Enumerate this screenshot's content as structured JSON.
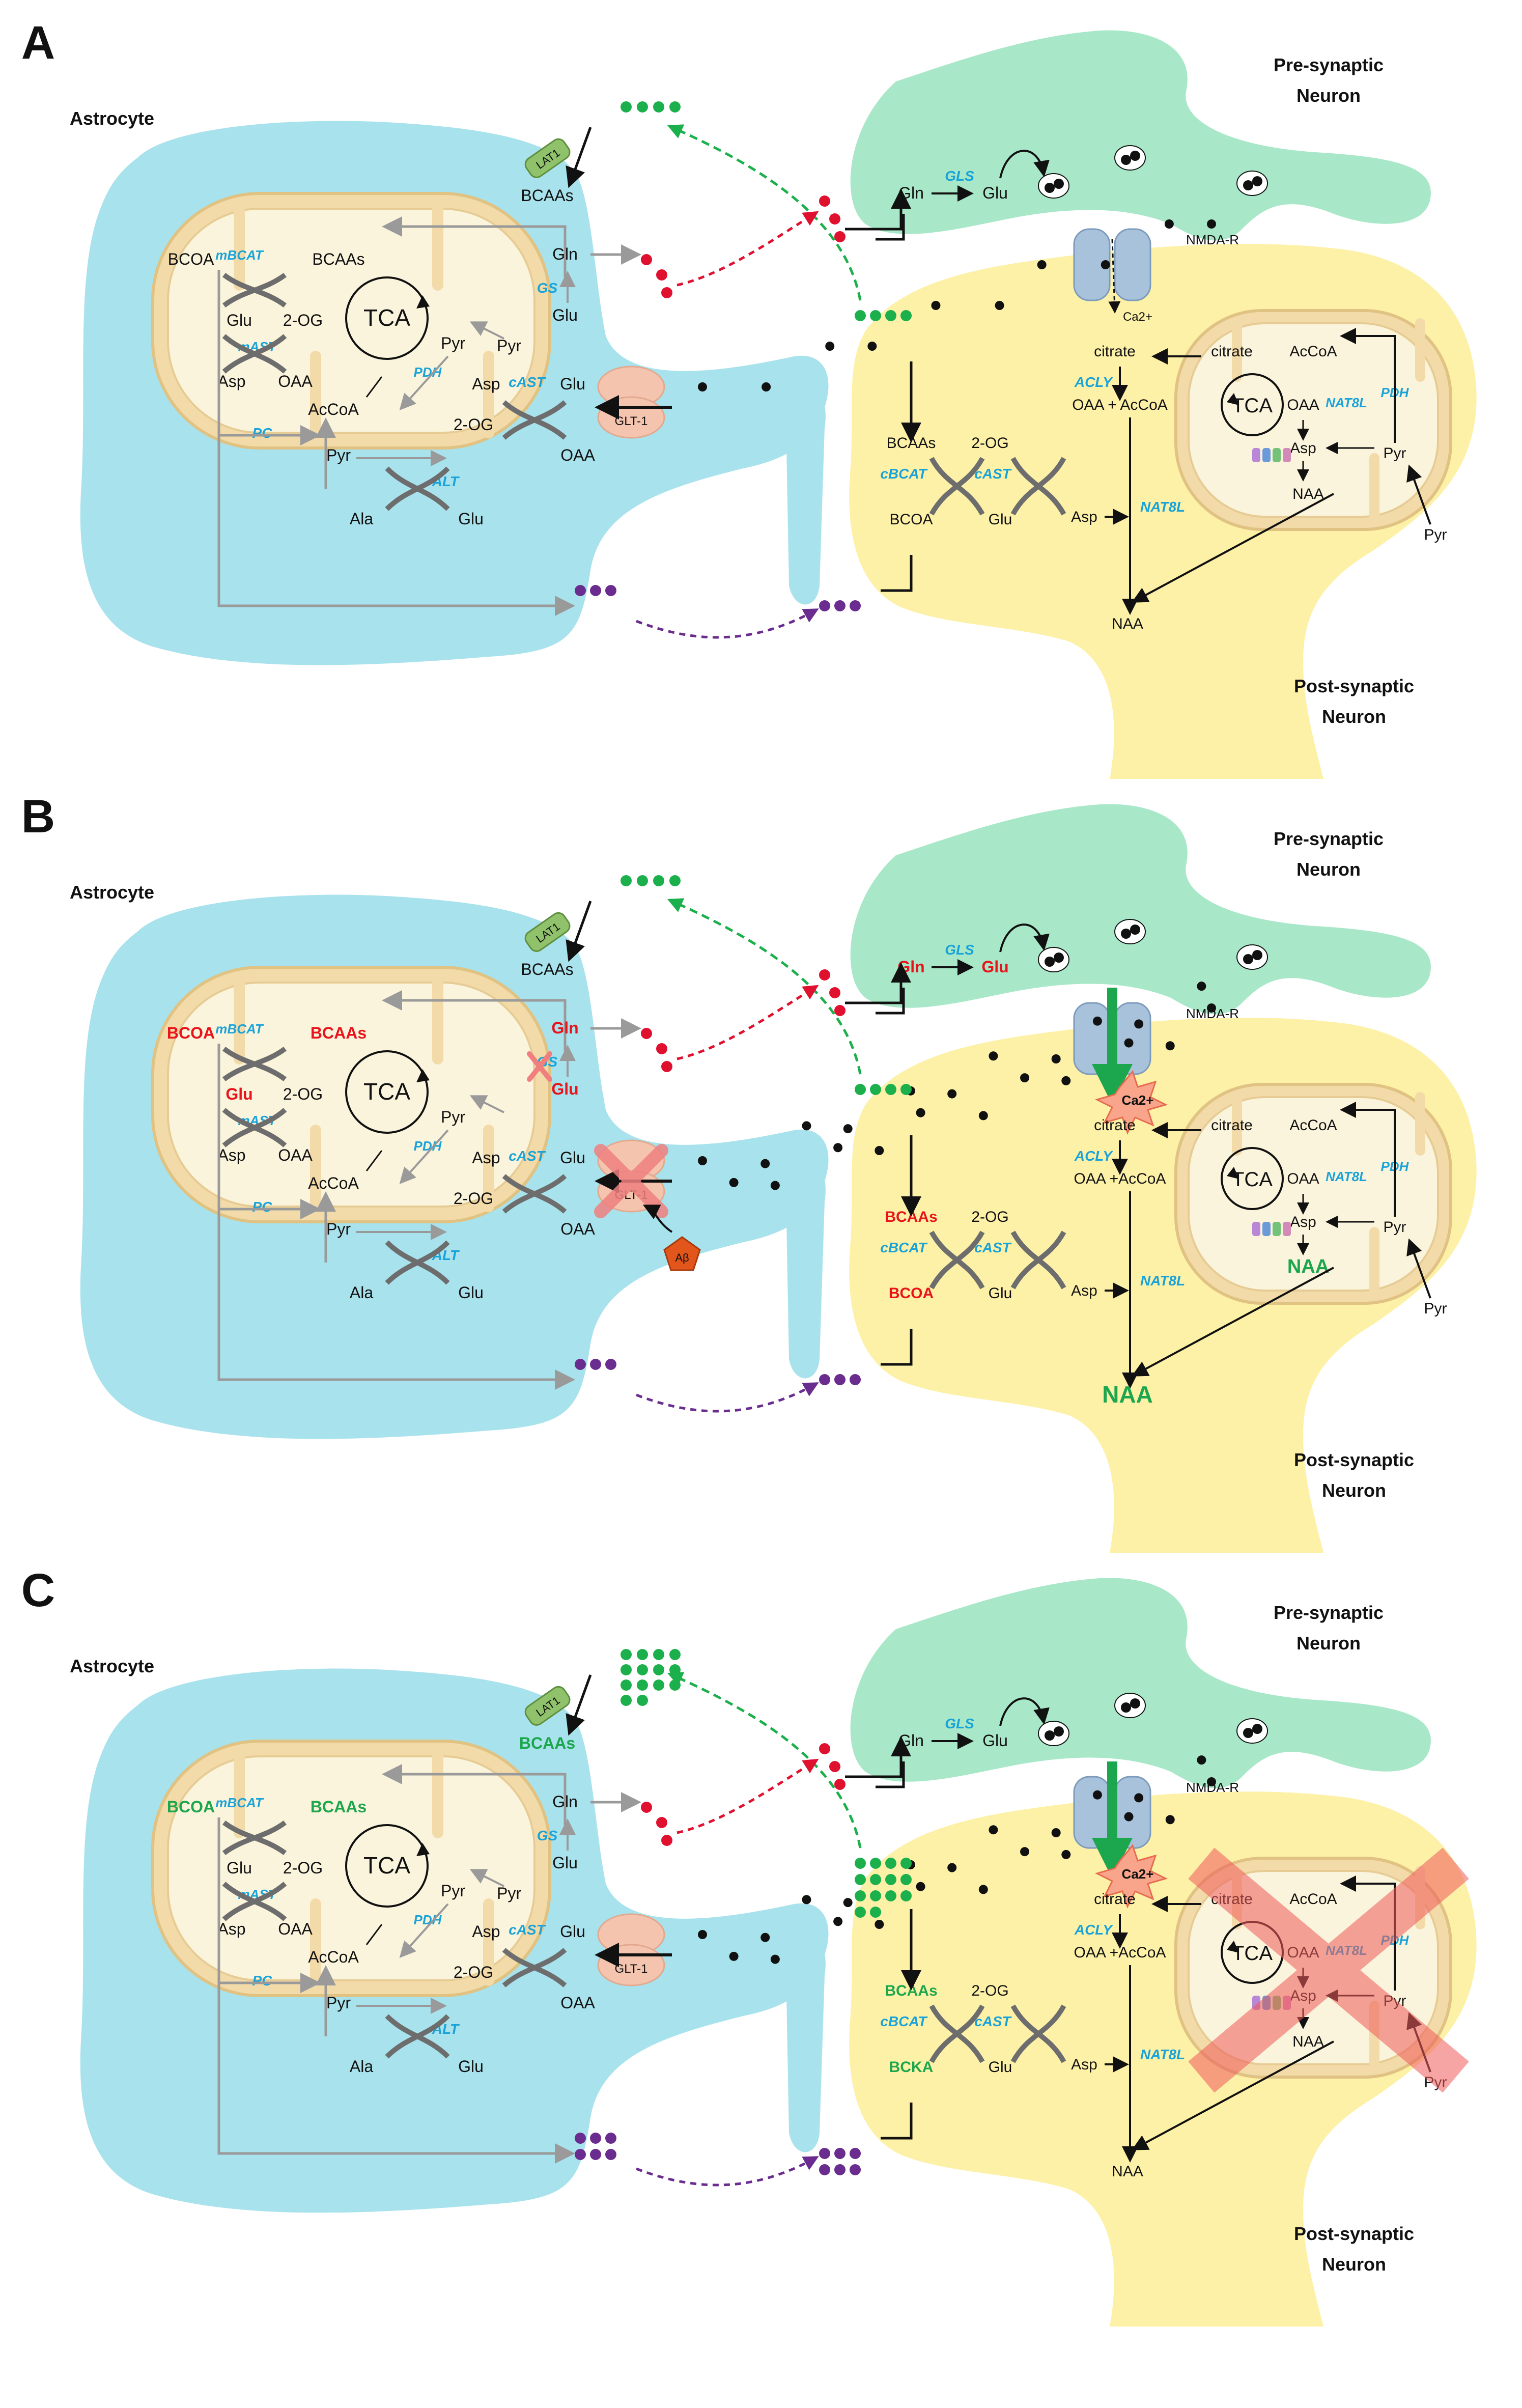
{
  "panels": [
    {
      "letter": "A",
      "cells": {
        "astrocyte": "Astrocyte",
        "pre_line1": "Pre-synaptic",
        "pre_line2": "Neuron",
        "post_line1": "Post-synaptic",
        "post_line2": "Neuron"
      },
      "transporters": {
        "lat1": "LAT1",
        "glt1": "GLT-1",
        "nmda": "NMDA-R",
        "ca": "Ca2+"
      },
      "astro": {
        "bcoa": "BCOA",
        "bcaas_mito": "BCAAs",
        "glu1": "Glu",
        "og1": "2-OG",
        "asp1": "Asp",
        "oaa1": "OAA",
        "tca": "TCA",
        "pyr_mito": "Pyr",
        "accoa": "AcCoA",
        "bcaas_out": "BCAAs",
        "gln": "Gln",
        "glu_gs": "Glu",
        "pyr_out": "Pyr",
        "asp2": "Asp",
        "glu2": "Glu",
        "og2": "2-OG",
        "oaa2": "OAA",
        "pyr3": "Pyr",
        "ala": "Ala",
        "glu3": "Glu"
      },
      "enzymes": {
        "mbcat": "mBCAT",
        "mast": "mAST",
        "pc": "PC",
        "pdh": "PDH",
        "gs": "GS",
        "cast": "cAST",
        "alt": "ALT",
        "gls": "GLS",
        "cbcat": "cBCAT",
        "cast2": "cAST",
        "acly": "ACLY",
        "nat8l": "NAT8L",
        "nat8l_m": "NAT8L",
        "pdh_m": "PDH"
      },
      "pre": {
        "gln": "Gln",
        "glu": "Glu"
      },
      "post": {
        "citrate_cyto": "citrate",
        "citrate_mito": "citrate",
        "accoa_m": "AcCoA",
        "tca": "TCA",
        "oaa_m": "OAA",
        "asp_m": "Asp",
        "pyr_m": "Pyr",
        "naa_m": "NAA",
        "pyr_out": "Pyr",
        "oaa_accoa": "OAA + AcCoA",
        "bcaas": "BCAAs",
        "og": "2-OG",
        "bcoa": "BCOA",
        "glu": "Glu",
        "asp": "Asp",
        "naa": "NAA"
      }
    },
    {
      "letter": "B",
      "cells": {
        "astrocyte": "Astrocyte",
        "pre_line1": "Pre-synaptic",
        "pre_line2": "Neuron",
        "post_line1": "Post-synaptic",
        "post_line2": "Neuron"
      },
      "transporters": {
        "lat1": "LAT1",
        "glt1": "GLT-1",
        "nmda": "NMDA-R",
        "ca": "Ca2+",
        "abeta": "Aβ"
      },
      "astro": {
        "bcoa": "BCOA",
        "bcaas_mito": "BCAAs",
        "glu1": "Glu",
        "og1": "2-OG",
        "asp1": "Asp",
        "oaa1": "OAA",
        "tca": "TCA",
        "pyr_mito": "Pyr",
        "accoa": "AcCoA",
        "bcaas_out": "BCAAs",
        "gln": "Gln",
        "glu_gs": "Glu",
        "pyr_out": "",
        "asp2": "Asp",
        "glu2": "Glu",
        "og2": "2-OG",
        "oaa2": "OAA",
        "pyr3": "Pyr",
        "ala": "Ala",
        "glu3": "Glu"
      },
      "enzymes": {
        "mbcat": "mBCAT",
        "mast": "mAST",
        "pc": "PC",
        "pdh": "PDH",
        "gs": "GS",
        "cast": "cAST",
        "alt": "ALT",
        "gls": "GLS",
        "cbcat": "cBCAT",
        "cast2": "cAST",
        "acly": "ACLY",
        "nat8l": "NAT8L",
        "nat8l_m": "NAT8L",
        "pdh_m": "PDH"
      },
      "pre": {
        "gln": "Gln",
        "glu": "Glu"
      },
      "post": {
        "citrate_cyto": "citrate",
        "citrate_mito": "citrate",
        "accoa_m": "AcCoA",
        "tca": "TCA",
        "oaa_m": "OAA",
        "asp_m": "Asp",
        "pyr_m": "Pyr",
        "naa_m": "NAA",
        "pyr_out": "Pyr",
        "oaa_accoa": "OAA +AcCoA",
        "bcaas": "BCAAs",
        "og": "2-OG",
        "bcoa": "BCOA",
        "glu": "Glu",
        "asp": "Asp",
        "naa": "NAA"
      }
    },
    {
      "letter": "C",
      "cells": {
        "astrocyte": "Astrocyte",
        "pre_line1": "Pre-synaptic",
        "pre_line2": "Neuron",
        "post_line1": "Post-synaptic",
        "post_line2": "Neuron"
      },
      "transporters": {
        "lat1": "LAT1",
        "glt1": "GLT-1",
        "nmda": "NMDA-R",
        "ca": "Ca2+"
      },
      "astro": {
        "bcoa": "BCOA",
        "bcaas_mito": "BCAAs",
        "glu1": "Glu",
        "og1": "2-OG",
        "asp1": "Asp",
        "oaa1": "OAA",
        "tca": "TCA",
        "pyr_mito": "Pyr",
        "accoa": "AcCoA",
        "bcaas_out": "BCAAs",
        "gln": "Gln",
        "glu_gs": "Glu",
        "pyr_out": "Pyr",
        "asp2": "Asp",
        "glu2": "Glu",
        "og2": "2-OG",
        "oaa2": "OAA",
        "pyr3": "Pyr",
        "ala": "Ala",
        "glu3": "Glu"
      },
      "enzymes": {
        "mbcat": "mBCAT",
        "mast": "mAST",
        "pc": "PC",
        "pdh": "PDH",
        "gs": "GS",
        "cast": "cAST",
        "alt": "ALT",
        "gls": "GLS",
        "cbcat": "cBCAT",
        "cast2": "cAST",
        "acly": "ACLY",
        "nat8l": "NAT8L",
        "nat8l_m": "NAT8L",
        "pdh_m": "PDH"
      },
      "pre": {
        "gln": "Gln",
        "glu": "Glu"
      },
      "post": {
        "citrate_cyto": "citrate",
        "citrate_mito": "citrate",
        "accoa_m": "AcCoA",
        "tca": "TCA",
        "oaa_m": "OAA",
        "asp_m": "Asp",
        "pyr_m": "Pyr",
        "naa_m": "NAA",
        "pyr_out": "Pyr",
        "oaa_accoa": "OAA +AcCoA",
        "bcaas": "BCAAs",
        "og": "2-OG",
        "bcoa": "BCKA",
        "glu": "Glu",
        "asp": "Asp",
        "naa": "NAA"
      }
    }
  ],
  "colors": {
    "astrocyte": "#a8e2ec",
    "pre_neuron": "#a8e8c8",
    "post_neuron": "#fdf1a7",
    "mito_outer": "#f3dba9",
    "mito_inner": "#fbf4dc",
    "enzyme": "#1aa3d9",
    "highlight_red": "#e8131b",
    "highlight_green": "#1ca64d",
    "bcaa_dot": "#1bb04b",
    "gln_dot": "#e0102f",
    "purple_dot": "#6a2d8f"
  },
  "highlights": {
    "B": {
      "red": [
        "astro.bcoa",
        "astro.bcaas_mito",
        "astro.glu1",
        "astro.gln",
        "astro.glu_gs",
        "pre.gln",
        "pre.glu",
        "post.bcaas",
        "post.bcoa"
      ],
      "green": [
        "post.naa",
        "post.naa_m"
      ]
    },
    "C": {
      "red": [],
      "green": [
        "astro.bcoa",
        "astro.bcaas_mito",
        "astro.bcaas_out",
        "post.bcaas",
        "post.bcoa"
      ]
    }
  }
}
